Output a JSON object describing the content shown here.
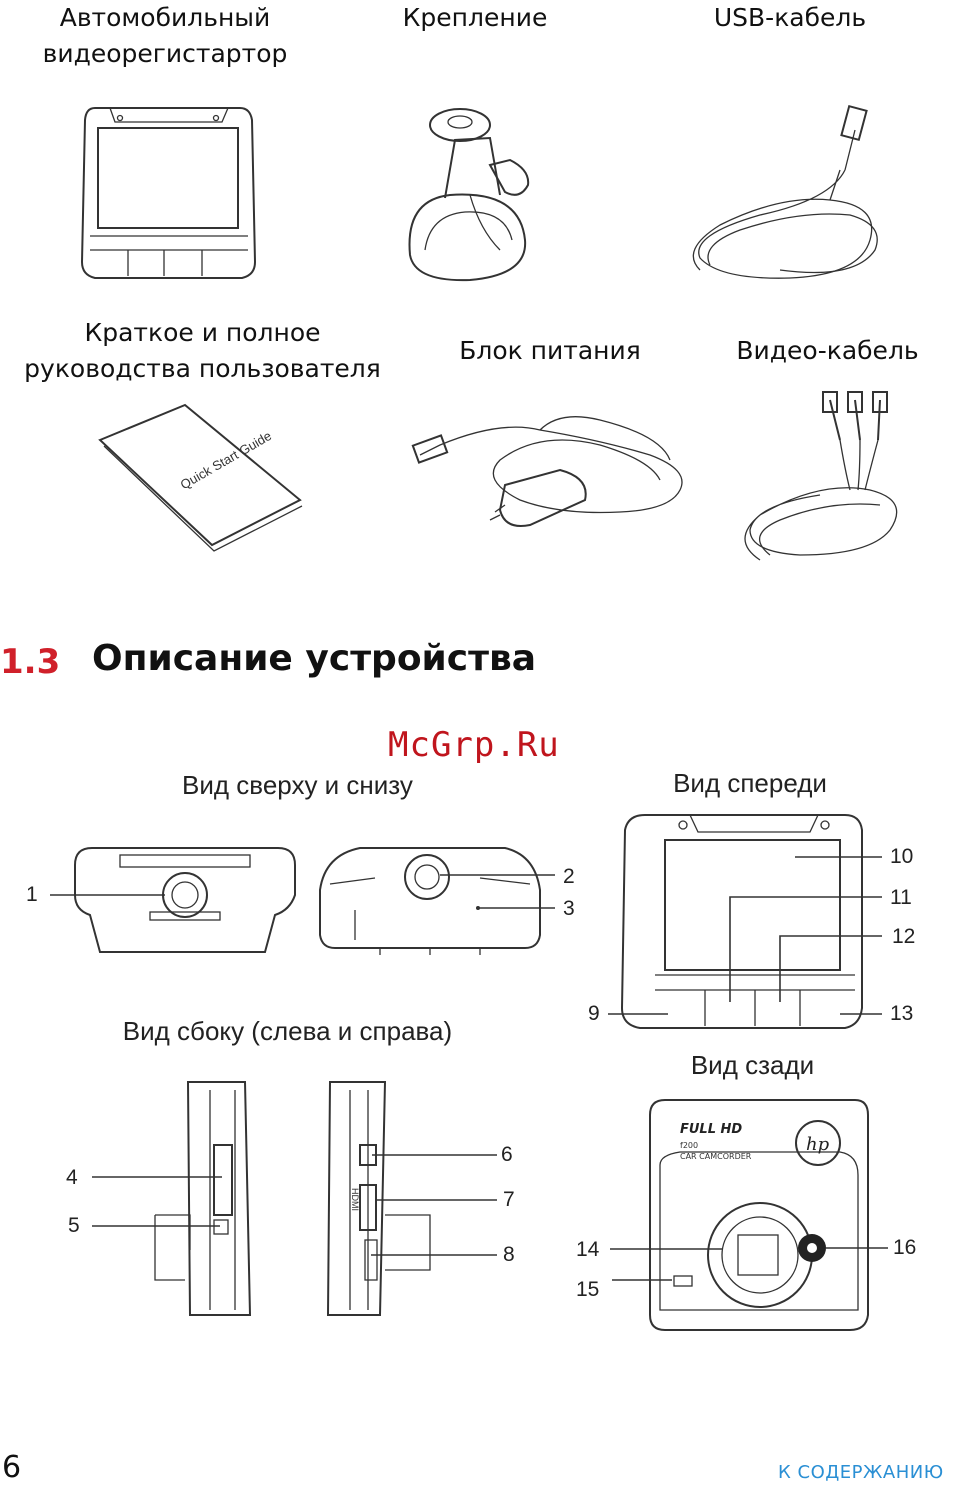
{
  "package_contents": {
    "items": [
      {
        "label": "Автомобильный видеорегистартор",
        "icon": "dash-camera-icon"
      },
      {
        "label": "Крепление",
        "icon": "suction-mount-icon"
      },
      {
        "label": "USB-кабель",
        "icon": "usb-cable-icon"
      },
      {
        "label": "Краткое и полное руководства пользователя",
        "icon": "manual-booklet-icon"
      },
      {
        "label": "Блок питания",
        "icon": "car-charger-icon"
      },
      {
        "label": "Видео-кабель",
        "icon": "av-cable-icon"
      }
    ],
    "booklet_text": "Quick Start Guide"
  },
  "section": {
    "number": "1.3",
    "title": "Описание устройства"
  },
  "watermark": "McGrp.Ru",
  "views": {
    "top_bottom": "Вид сверху и снизу",
    "front": "Вид спереди",
    "side": "Вид сбоку (слева и справа)",
    "rear": "Вид сзади"
  },
  "callouts": [
    "1",
    "2",
    "3",
    "4",
    "5",
    "6",
    "7",
    "8",
    "9",
    "10",
    "11",
    "12",
    "13",
    "14",
    "15",
    "16"
  ],
  "rear_labels": {
    "full_hd": "FULL HD",
    "model": "f200",
    "type": "CAR CAMCORDER",
    "brand": "hp",
    "hdmi": "HDMI"
  },
  "footer": {
    "page_number": "6",
    "toc_link": "К СОДЕРЖАНИЮ"
  }
}
